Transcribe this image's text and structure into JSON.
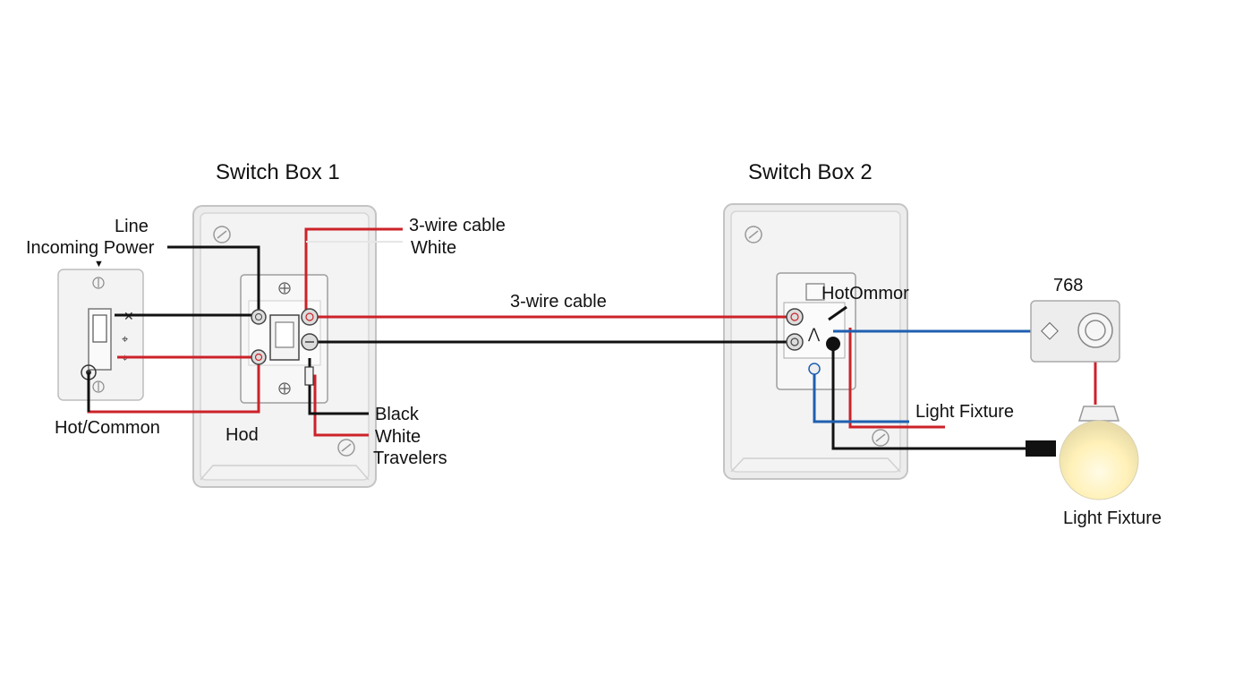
{
  "titles": {
    "box1": "Switch Box 1",
    "box2": "Switch Box 2"
  },
  "labels": {
    "line": "Line",
    "incoming_power": "Incoming Power",
    "hot_common": "Hot/Common",
    "hod": "Hod",
    "cable_3wire_top": "3-wire cable",
    "white_top": "White",
    "cable_3wire_mid": "3-wire cable",
    "black": "Black",
    "white_bottom": "White",
    "travelers": "Travelers",
    "hot_ommor": "HotOmmor",
    "light_fixture_wire": "Light Fixture",
    "number_768": "768",
    "light_fixture": "Light Fixture"
  },
  "colors": {
    "hot_wire": "#cc2229",
    "black_wire": "#111111",
    "neutral_wire": "#1f5fb0",
    "box_fill": "#f1f1f1",
    "box_stroke": "#c8c8c8",
    "bulb_glow": "#fff1b8"
  }
}
